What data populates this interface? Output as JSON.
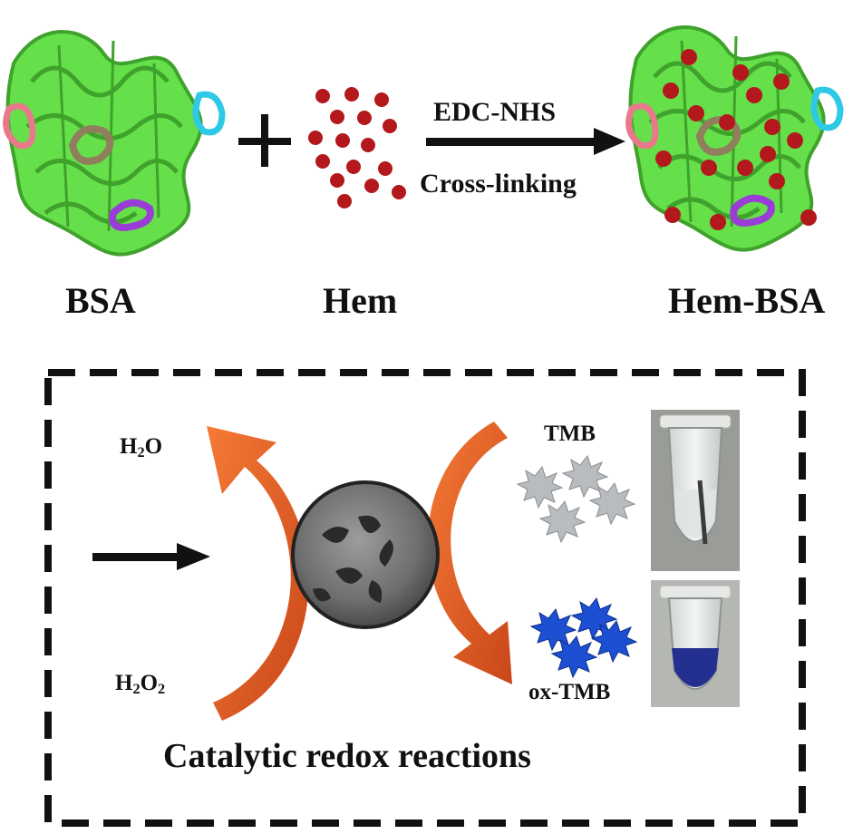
{
  "labels": {
    "bsa": "BSA",
    "hem": "Hem",
    "hem_bsa": "Hem-BSA",
    "edc_nhs": "EDC-NHS",
    "cross_linking": "Cross-linking",
    "plus": "+",
    "h2o": {
      "main": "H",
      "sub": "2",
      "rest": "O"
    },
    "h2o2": {
      "main": "H",
      "sub1": "2",
      "mid": "O",
      "sub2": "2"
    },
    "tmb": "TMB",
    "ox_tmb": "ox-TMB",
    "box_title": "Catalytic redox reactions"
  },
  "colors": {
    "protein_green": "#66e04a",
    "protein_dark": "#3fa22c",
    "hem_red": "#b3191c",
    "loop_pink": "#e8798a",
    "loop_cyan": "#2ec9e6",
    "loop_tan": "#8f7f5c",
    "loop_purple": "#9a3dd6",
    "arrow_orange": "#e8632a",
    "tmb_gray": "#b9bcbf",
    "ox_tmb_blue": "#1c4fd1",
    "tube_blue": "#24308f"
  }
}
